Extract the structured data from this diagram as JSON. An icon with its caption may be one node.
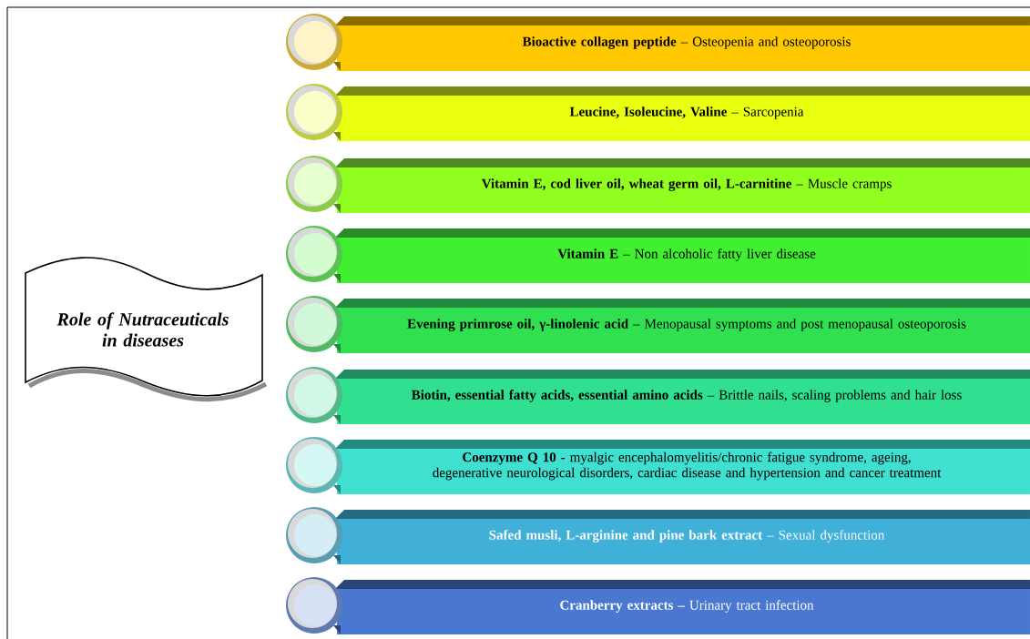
{
  "diagram": {
    "nodes": [
      {
        "text": [
          "Role of Nutraceuticals in diseases"
        ]
      },
      {
        "text": [
          "**Bioactive collagen peptide** – Osteopenia and osteoporosis"
        ]
      },
      {
        "text": [
          "**Leucine, Isoleucine, Valine** – Sarcopenia"
        ]
      },
      {
        "text": [
          "**Vitamin E, cod liver oil, wheat germ oil, L-carnitine** – Muscle cramps"
        ]
      },
      {
        "text": [
          "**Vitamin E** – Non alcoholic fatty liver disease"
        ]
      },
      {
        "text": [
          "**Evening primrose oil, γ-linolenic acid** – Menopausal symptoms and post menopausal osteoporosis"
        ]
      },
      {
        "text": [
          "**Biotin, essential fatty acids, essential amino acids** – Brittle nails, scaling problems and hair loss"
        ]
      },
      {
        "text": [
          "**Coenzyme Q 10 -** myalgic encephalomyelitis/chronic fatigue syndrome, ageing, degenerative neurological disorders, cardiac disease and hypertension and cancer treatment"
        ]
      },
      {
        "text": [
          "**Safed musli, L-arginine and pine bark extract** – Sexual dysfunction"
        ]
      },
      {
        "text": [
          "**Cranberry extracts –** Urinary tract infection"
        ]
      }
    ]
  }
}
